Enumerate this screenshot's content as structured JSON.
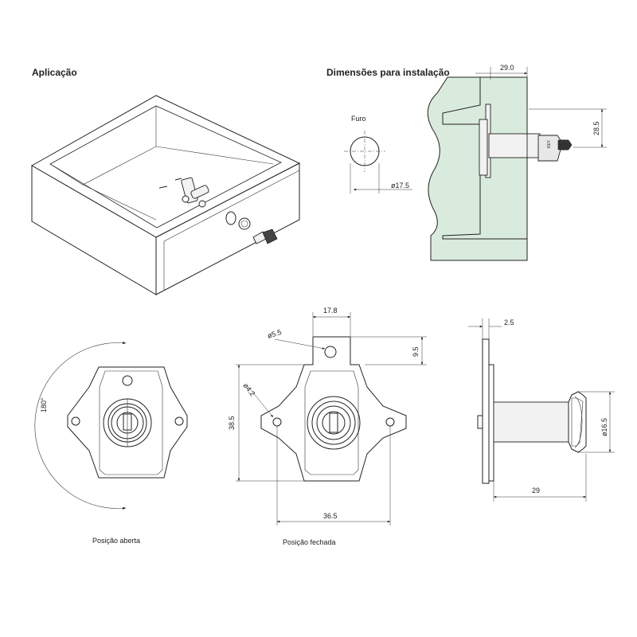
{
  "titles": {
    "application": "Aplicação",
    "installation": "Dimensões para instalação"
  },
  "labels": {
    "hole": "Furo",
    "open_position": "Posição aberta",
    "closed_position": "Posição fechada",
    "rotation": "180°"
  },
  "dimensions": {
    "panel_offset": "29.0",
    "key_height": "28.5",
    "hole_diameter": "ø17.5",
    "plate_width": "17.8",
    "top_hole": "ø5.5",
    "tab_height": "9.5",
    "screw_hole": "ø4.2",
    "body_height": "38.5",
    "overall_width": "36.5",
    "plate_thickness": "2.5",
    "cylinder_diameter": "ø16.5",
    "cylinder_length": "29"
  },
  "colors": {
    "panel": "#d9ebdc",
    "line": "#222222"
  }
}
